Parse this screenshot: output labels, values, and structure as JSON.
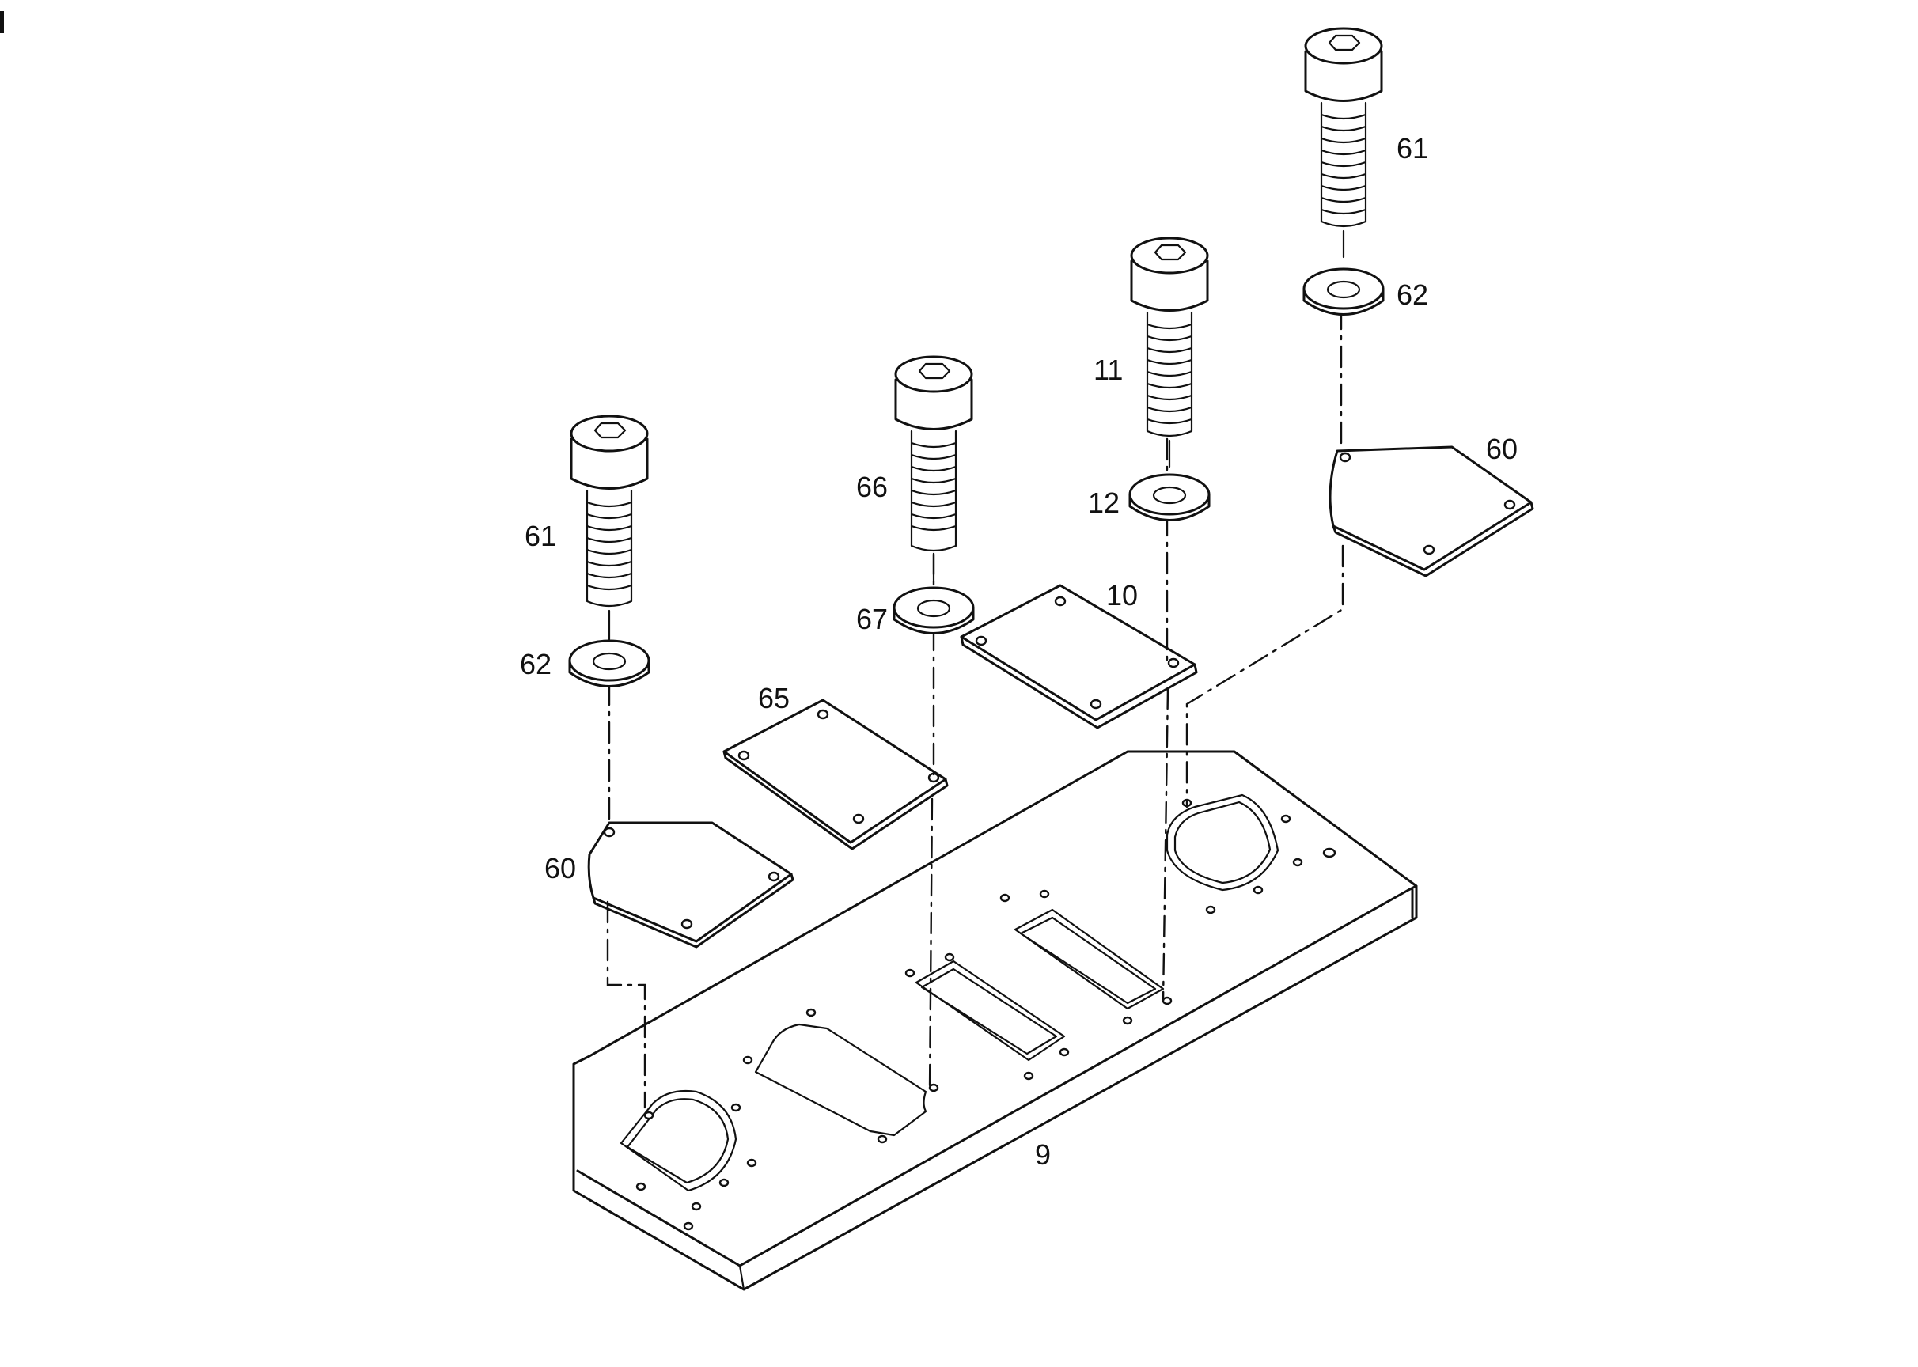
{
  "diagram": {
    "callouts": {
      "base_plate": "9",
      "plate_10": "10",
      "screw_11": "11",
      "washer_12": "12",
      "pad_60_left": "60",
      "pad_60_right": "60",
      "screw_61_left": "61",
      "screw_61_right": "61",
      "washer_62_left": "62",
      "washer_62_right": "62",
      "plate_65": "65",
      "screw_66": "66",
      "washer_67": "67"
    }
  }
}
